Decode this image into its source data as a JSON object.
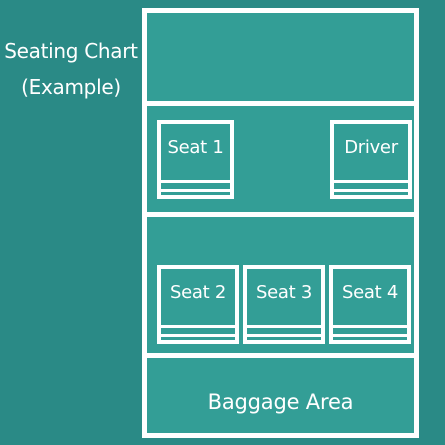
{
  "title": {
    "line1": "Seating Chart",
    "line2": "(Example)"
  },
  "seats": {
    "seat1": "Seat 1",
    "driver": "Driver",
    "seat2": "Seat 2",
    "seat3": "Seat 3",
    "seat4": "Seat 4"
  },
  "baggage_label": "Baggage Area"
}
